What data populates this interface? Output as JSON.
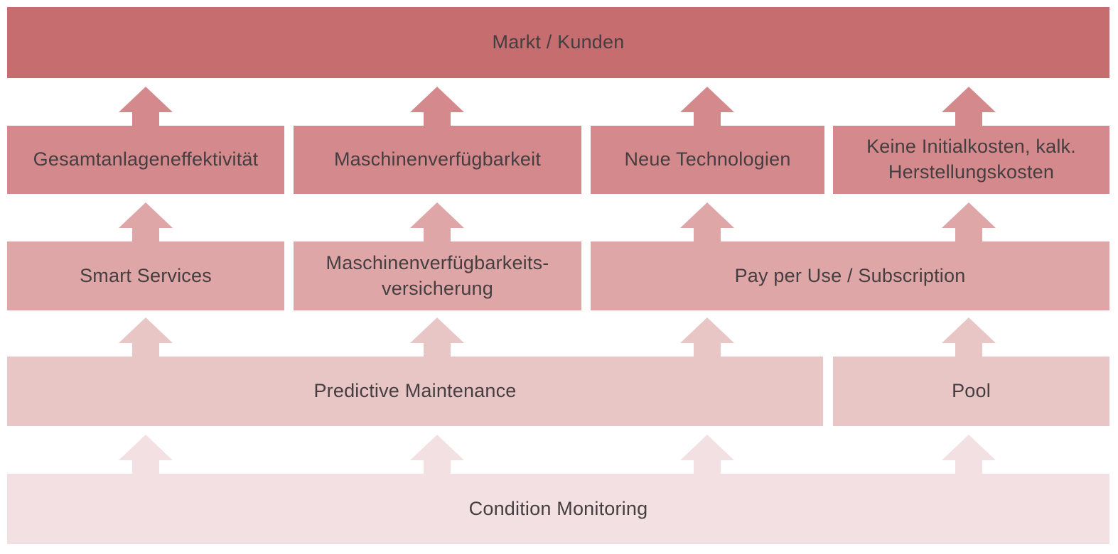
{
  "colors": {
    "level1": "#c66d70",
    "level2": "#d48a8c",
    "level3": "#dfa6a7",
    "level4": "#e9c6c6",
    "level5": "#f3e0e2",
    "text": "#453e41",
    "background": "#ffffff"
  },
  "rows": [
    {
      "level": 1,
      "boxes": [
        {
          "label": "Markt / Kunden"
        }
      ]
    },
    {
      "level": 2,
      "boxes": [
        {
          "label": "Gesamtanlageneffektivität"
        },
        {
          "label": "Maschinenverfügbarkeit"
        },
        {
          "label": "Neue Technologien"
        },
        {
          "label": "Keine Initialkosten, kalk.\nHerstellungskosten"
        }
      ]
    },
    {
      "level": 3,
      "boxes": [
        {
          "label": "Smart Services"
        },
        {
          "label": "Maschinenverfügbarkeits-\nversicherung"
        },
        {
          "label": "Pay per Use / Subscription"
        }
      ]
    },
    {
      "level": 4,
      "boxes": [
        {
          "label": "Predictive Maintenance"
        },
        {
          "label": "Pool"
        }
      ]
    },
    {
      "level": 5,
      "boxes": [
        {
          "label": "Condition Monitoring"
        }
      ]
    }
  ]
}
